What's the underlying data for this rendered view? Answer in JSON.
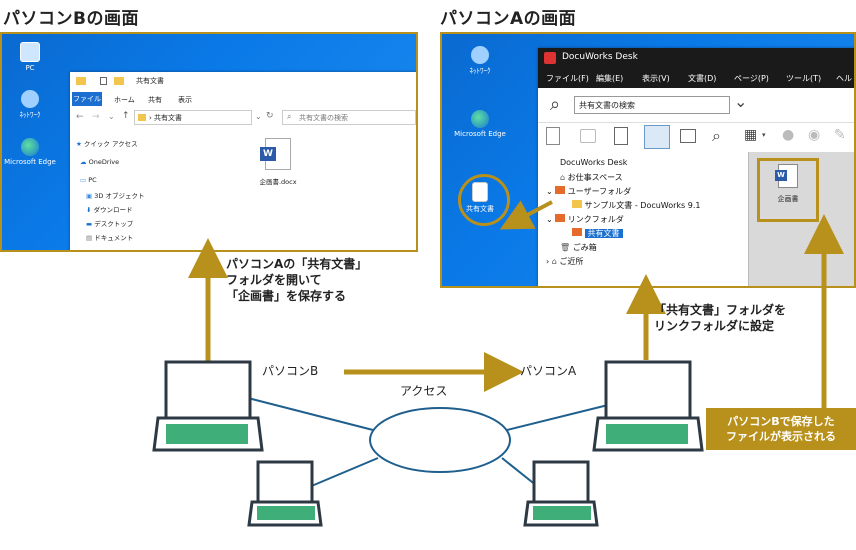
{
  "headings": {
    "left": "パソコンBの画面",
    "right": "パソコンAの画面"
  },
  "explorer": {
    "desktop_icons": [
      "PC",
      "ﾈｯﾄﾜｰｸ",
      "Microsoft Edge"
    ],
    "path_label": "共有文書",
    "tabs": [
      "ファイル",
      "ホーム",
      "共有",
      "表示"
    ],
    "breadcrumb": "共有文書",
    "search_placeholder": "共有文書の検索",
    "nav_items": [
      "クイック アクセス",
      "OneDrive",
      "PC",
      "3D オブジェクト",
      "ダウンロード",
      "デスクトップ",
      "ドキュメント"
    ],
    "file_name": "企画書.docx"
  },
  "docuworks": {
    "title": "DocuWorks Desk",
    "desktop_icons": [
      "ﾈｯﾄﾜｰｸ",
      "Microsoft Edge",
      "共有文書"
    ],
    "menu": [
      "ファイル(F)",
      "編集(E)",
      "表示(V)",
      "文書(D)",
      "ページ(P)",
      "ツール(T)",
      "ヘル"
    ],
    "search_placeholder": "共有文書の検索",
    "tree": [
      "DocuWorks Desk",
      "お仕事スペース",
      "ユーザーフォルダ",
      "サンプル文書 - DocuWorks 9.1",
      "リンクフォルダ",
      "共有文書",
      "ごみ箱",
      "ご近所"
    ],
    "file_name": "企画書"
  },
  "annotations": {
    "left_note": [
      "パソコンAの「共有文書」",
      "フォルダを開いて",
      "「企画書」を保存する"
    ],
    "right_note": [
      "「共有文書」フォルダを",
      "リンクフォルダに設定"
    ],
    "result_box": [
      "パソコンBで保存した",
      "ファイルが表示される"
    ]
  },
  "network": {
    "pc_b": "パソコンB",
    "pc_a": "パソコンA",
    "access": "アクセス"
  },
  "colors": {
    "accent": "#b8901c",
    "network_line": "#1f5f8e",
    "desktop": "#0a7ae8",
    "laptop_keys": "#2aa56a"
  }
}
